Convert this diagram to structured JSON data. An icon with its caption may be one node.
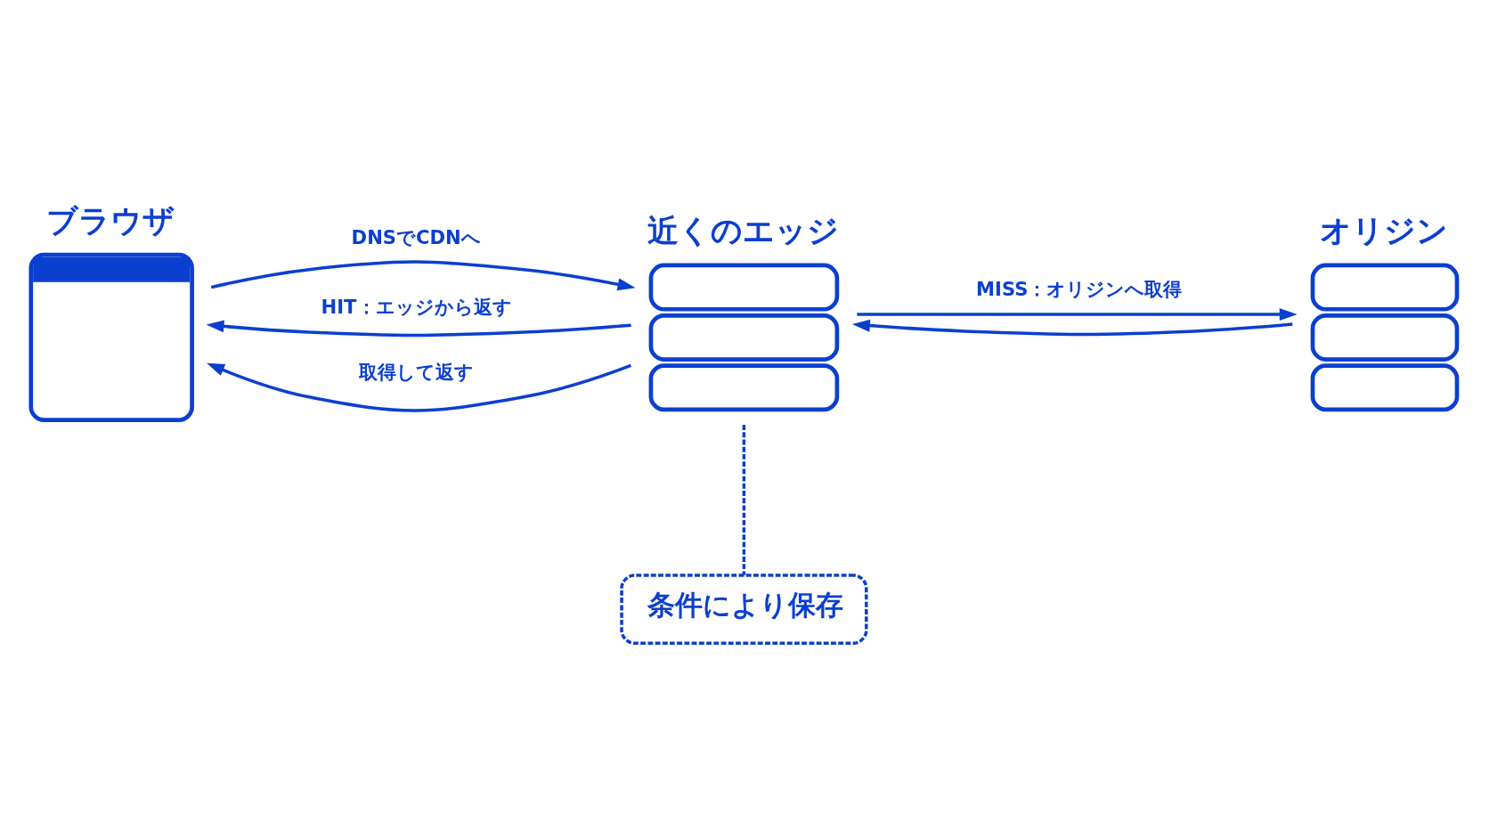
{
  "diagram": {
    "nodes": [
      {
        "text": [
          "ブラウザ"
        ]
      },
      {
        "text": [
          "近くのエッジ"
        ]
      },
      {
        "text": [
          "オリジン"
        ]
      },
      {
        "text": [
          "条件により保存"
        ]
      }
    ],
    "edges": [
      {
        "from": 0,
        "to": 1,
        "arrow": "to",
        "label": "DNSでCDNへ"
      },
      {
        "from": 1,
        "to": 0,
        "arrow": "to",
        "label": "HIT：エッジから返す"
      },
      {
        "from": 1,
        "to": 0,
        "arrow": "to",
        "label": "取得して返す"
      },
      {
        "from": 1,
        "to": 2,
        "arrow": "to",
        "label": "MISS：オリジンへ取得"
      },
      {
        "from": 2,
        "to": 1,
        "arrow": "to"
      },
      {
        "from": 1,
        "to": 3,
        "arrow": "none",
        "style": "dashed"
      }
    ]
  }
}
